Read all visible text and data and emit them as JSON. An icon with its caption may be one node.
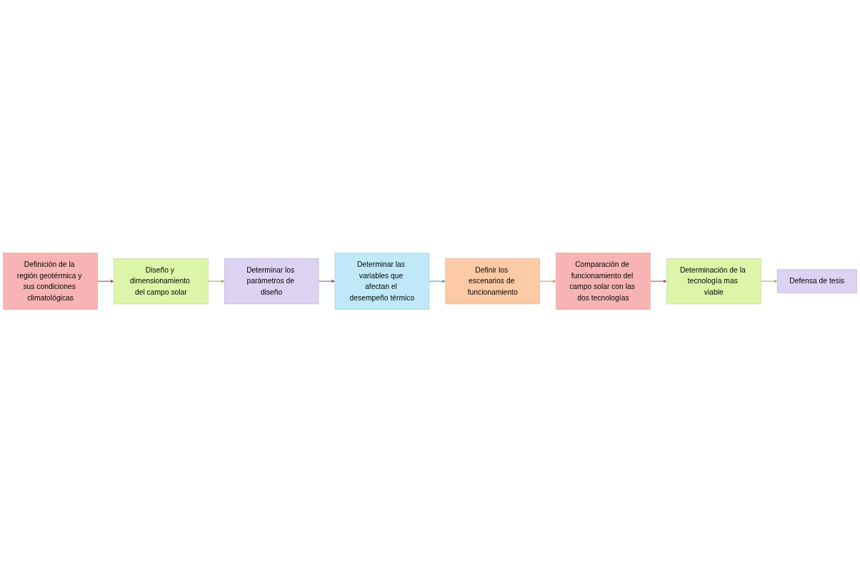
{
  "diagram": {
    "nodes": [
      {
        "text": [
          "Definición de la región geotérmica y sus condiciones climatológicas"
        ]
      },
      {
        "text": [
          "Diseño y dimensionamiento del campo solar"
        ]
      },
      {
        "text": [
          "Determinar los parámetros de diseño"
        ]
      },
      {
        "text": [
          "Determinar las variables que afectan el desempeño térmico"
        ]
      },
      {
        "text": [
          "Definir los escenarios de funcionamiento"
        ]
      },
      {
        "text": [
          "Comparación de funcionamiento del campo solar con las dos tecnologías"
        ]
      },
      {
        "text": [
          "Determinación de la tecnología mas viable"
        ]
      },
      {
        "text": [
          "Defensa de tesis"
        ]
      }
    ],
    "edges": [
      {
        "from": 0,
        "to": 1,
        "arrow": "to",
        "color": "#c0504d"
      },
      {
        "from": 1,
        "to": 2,
        "arrow": "to",
        "color": "#9bbb59"
      },
      {
        "from": 2,
        "to": 3,
        "arrow": "to",
        "color": "#8064a2"
      },
      {
        "from": 3,
        "to": 4,
        "arrow": "to",
        "color": "#4bacc6"
      },
      {
        "from": 4,
        "to": 5,
        "arrow": "to",
        "color": "#f79646"
      },
      {
        "from": 5,
        "to": 6,
        "arrow": "to",
        "color": "#c0504d"
      },
      {
        "from": 6,
        "to": 7,
        "arrow": "to",
        "color": "#9bbb59"
      }
    ]
  }
}
